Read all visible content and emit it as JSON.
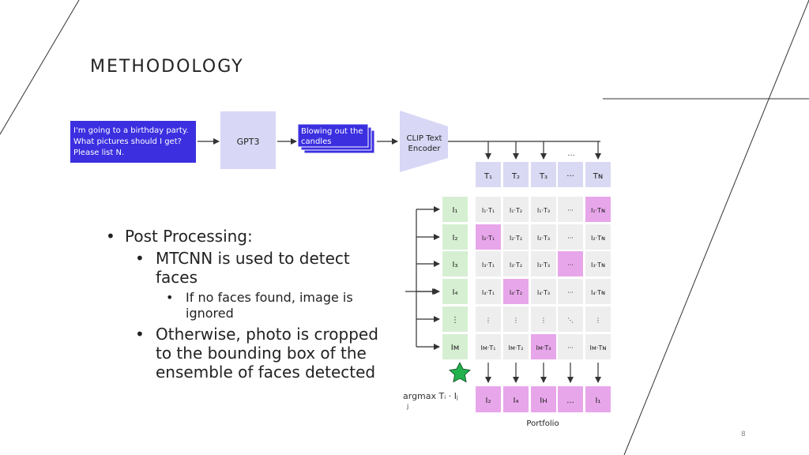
{
  "slide": {
    "title": "METHODOLOGY",
    "page_number": "8"
  },
  "bullets": [
    {
      "level": 1,
      "text": "Post Processing:"
    },
    {
      "level": 2,
      "text": "MTCNN is used to detect faces"
    },
    {
      "level": 3,
      "text": "If no faces found, image is ignored"
    },
    {
      "level": 2,
      "text": "Otherwise, photo is cropped to the bounding box of the ensemble of faces detected"
    }
  ],
  "diagram": {
    "prompt_lines": [
      "I'm going to a birthday party.",
      "What pictures should I get?",
      "Please list N."
    ],
    "gpt3": "GPT3",
    "captions": [
      "Blowing out the",
      "candles"
    ],
    "encoder": [
      "CLIP Text",
      "Encoder"
    ],
    "ellipsis": "...",
    "text_headers": [
      "T₁",
      "T₂",
      "T₃",
      "···",
      "Tɴ"
    ],
    "image_labels": [
      "I₁",
      "I₂",
      "I₃",
      "I₄",
      "⋮",
      "Iᴍ"
    ],
    "matrix": [
      [
        "I₁·T₁",
        "I₁·T₂",
        "I₁·T₃",
        "···",
        "I₁·Tɴ"
      ],
      [
        "I₂·T₁",
        "I₂·T₂",
        "I₂·T₃",
        "···",
        "I₂·Tɴ"
      ],
      [
        "I₃·T₁",
        "I₃·T₂",
        "I₃·T₃",
        "···",
        "I₃·Tɴ"
      ],
      [
        "I₄·T₁",
        "I₄·T₂",
        "I₄·T₃",
        "···",
        "I₄·Tɴ"
      ],
      [
        "⋮",
        "⋮",
        "⋮",
        "⋱",
        "⋮"
      ],
      [
        "Iᴍ·T₁",
        "Iᴍ·T₂",
        "Iᴍ·T₃",
        "···",
        "Iᴍ·Tɴ"
      ]
    ],
    "highlighted": [
      [
        0,
        4
      ],
      [
        1,
        0
      ],
      [
        2,
        3
      ],
      [
        3,
        1
      ],
      [
        5,
        2
      ]
    ],
    "argmax_label": "argmax Tᵢ · Iⱼ",
    "argmax_sub": "j",
    "portfolio": [
      "I₂",
      "I₄",
      "Iʜ",
      "...",
      "I₁"
    ],
    "portfolio_label": "Portfolio",
    "colors": {
      "prompt_bg": "#3b2fe0",
      "gpt_bg": "#d8d7f5",
      "caption_bg": "#3b2fe0",
      "encoder_bg": "#d8d7f5",
      "header_bg": "#d9d9f3",
      "image_bg": "#d6efd2",
      "cell_bg": "#eeeeee",
      "highlight": "#e8a6ea",
      "star": "#22b14c"
    }
  }
}
